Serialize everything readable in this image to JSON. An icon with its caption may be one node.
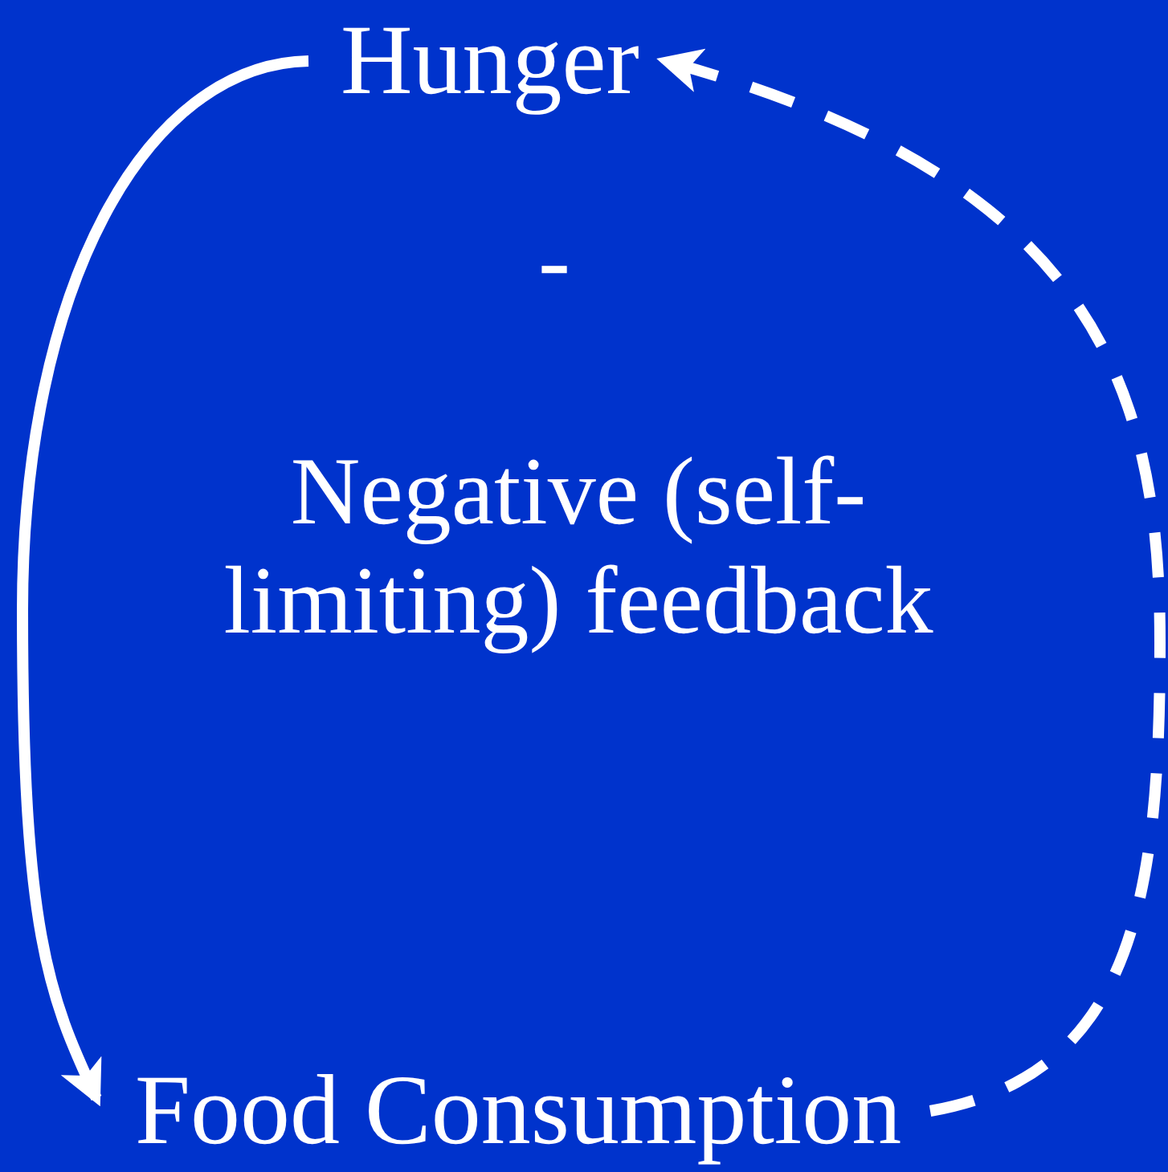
{
  "diagram": {
    "nodes": [
      {
        "text": [
          "Hunger"
        ]
      },
      {
        "text": [
          "Food Consumption"
        ]
      }
    ],
    "edges": [
      {
        "from": 0,
        "to": 1,
        "arrow": "to"
      },
      {
        "from": 1,
        "to": 0,
        "arrow": "to",
        "style": "dashed"
      }
    ],
    "labels": [
      "-",
      "Negative (self-limiting) feedback"
    ]
  }
}
